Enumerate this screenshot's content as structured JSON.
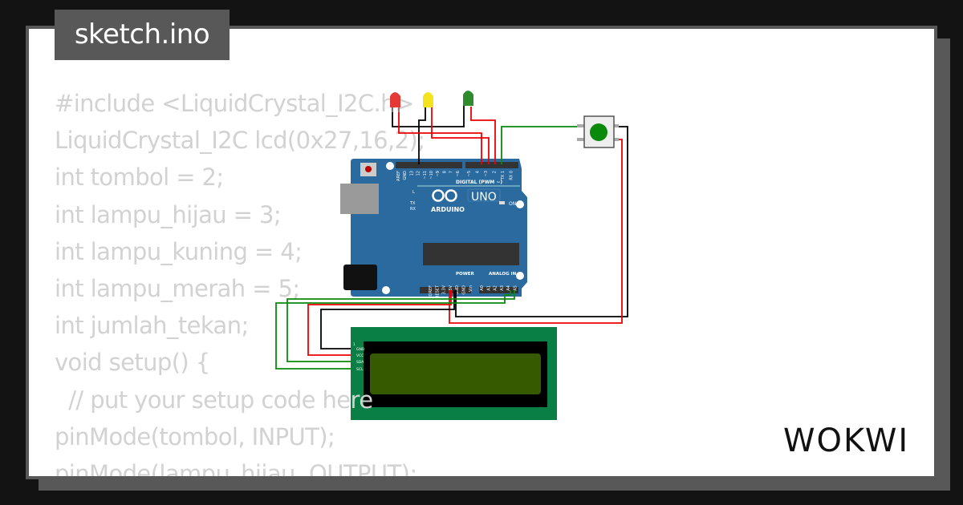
{
  "file_tab": {
    "title": "sketch.ino"
  },
  "code_lines": [
    "#include <LiquidCrystal_I2C.h>",
    "LiquidCrystal_I2C lcd(0x27,16,2);",
    "int tombol = 2;",
    "int lampu_hijau = 3;",
    "int lampu_kuning = 4;",
    "int lampu_merah = 5;",
    "int jumlah_tekan;",
    "void setup() {",
    "  // put your setup code here",
    "pinMode(tombol, INPUT);",
    "pinMode(lampu_hijau, OUTPUT);"
  ],
  "arduino": {
    "brand": "ARDUINO",
    "model": "UNO",
    "digital_label": "DIGITAL (PWM ~)",
    "power_label": "POWER",
    "analog_label": "ANALOG IN",
    "on_label": "ON",
    "led_labels": [
      "L",
      "TX",
      "RX"
    ],
    "top_pins": [
      "AREF",
      "GND",
      "13",
      "12",
      "~11",
      "~10",
      "~9",
      "8",
      "7",
      "~6",
      "~5",
      "4",
      "~3",
      "2",
      "TX 1",
      "RX 0"
    ],
    "bottom_pins": [
      "IOREF",
      "RESET",
      "3.3V",
      "5V",
      "GND",
      "GND",
      "Vin",
      "A0",
      "A1",
      "A2",
      "A3",
      "A4",
      "A5"
    ]
  },
  "lcd": {
    "pins": [
      "GND",
      "VCC",
      "SDA",
      "SCL"
    ],
    "pin1_label": "1"
  },
  "leds": [
    {
      "color": "#e53935"
    },
    {
      "color": "#f4e31d"
    },
    {
      "color": "#2e8b2e"
    }
  ],
  "button": {
    "color": "#0a8a0a"
  },
  "colors": {
    "board": "#2b6a9e",
    "lcd_pcb": "#0a7f45",
    "lcd_screen": "#355a00",
    "wire_red": "#e00000",
    "wire_green": "#0a8a0a",
    "wire_black": "#000000"
  },
  "brand_logo": "WOKWI"
}
